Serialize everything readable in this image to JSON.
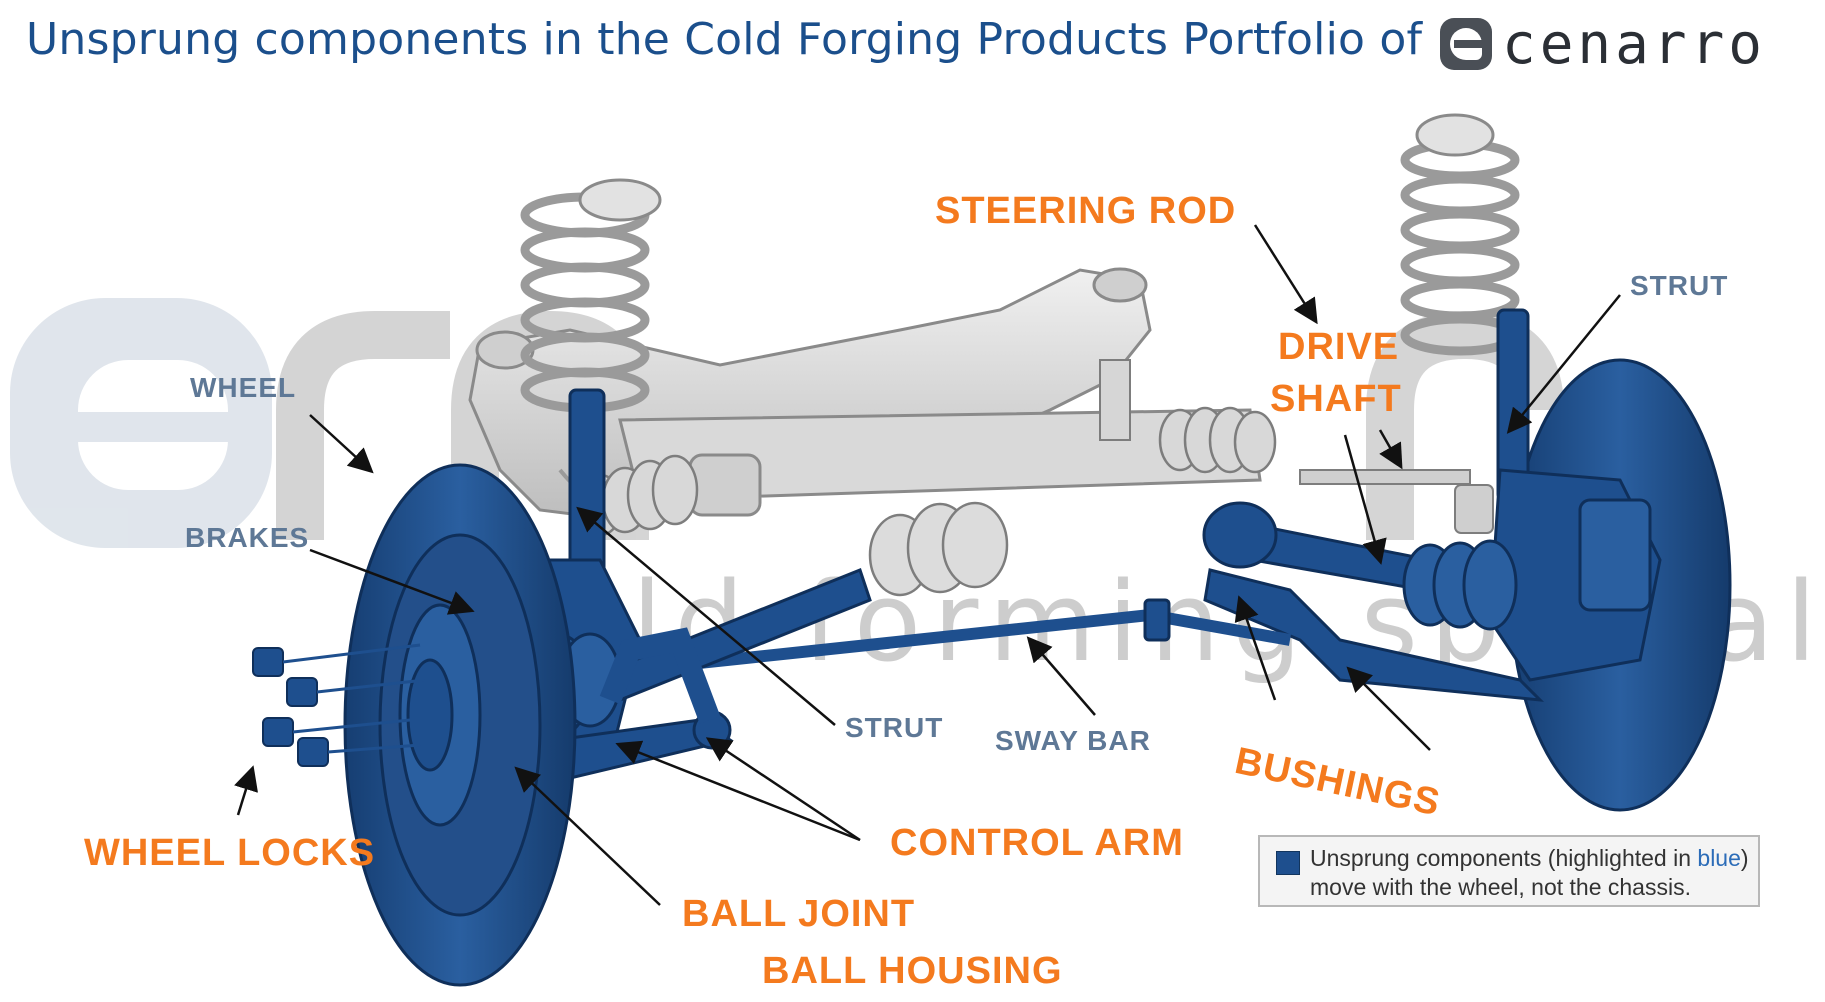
{
  "header": {
    "title": "Unsprung components in the Cold Forging Products Portfolio of",
    "logo_text": "cenarro"
  },
  "watermark": {
    "brand": "cenarro",
    "tagline": "cold forming specialists"
  },
  "labels": {
    "steering_rod": "STEERING ROD",
    "strut_right": "STRUT",
    "wheel": "WHEEL",
    "drive_shaft_line1": "DRIVE",
    "drive_shaft_line2": "SHAFT",
    "brakes": "BRAKES",
    "strut_center": "STRUT",
    "sway_bar": "SWAY BAR",
    "bushings": "BUSHINGS",
    "control_arm": "CONTROL ARM",
    "wheel_locks": "WHEEL LOCKS",
    "ball_joint": "BALL JOINT",
    "ball_housing": "BALL HOUSING"
  },
  "legend": {
    "line1_prefix": "Unsprung components (highlighted in ",
    "line1_highlight": "blue",
    "line1_suffix": ")",
    "line2": "move with the wheel, not the chassis."
  },
  "colors": {
    "unsprung_blue": "#1e4f8e",
    "label_orange": "#f47a1e",
    "label_grey": "#5e7896",
    "title_blue": "#1b4f8c"
  }
}
